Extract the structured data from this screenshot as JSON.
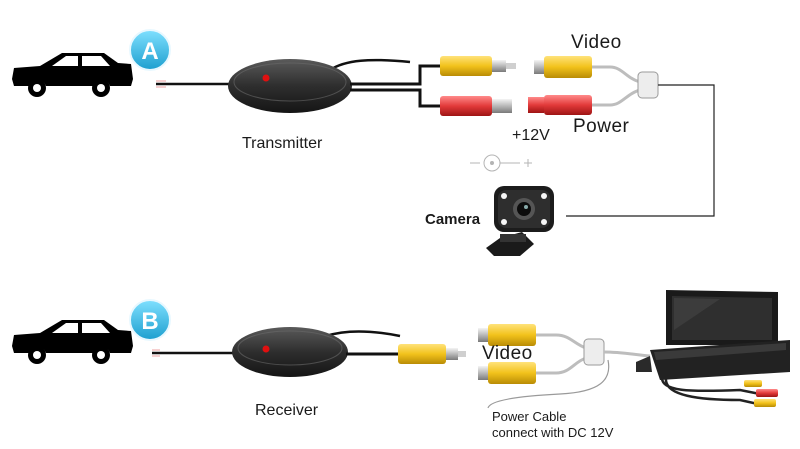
{
  "badges": {
    "a": "A",
    "b": "B"
  },
  "transmitter": {
    "label": "Transmitter"
  },
  "receiver": {
    "label": "Receiver"
  },
  "top": {
    "video_label": "Video",
    "power_label": "Power",
    "voltage_label": "+12V",
    "camera_label": "Camera"
  },
  "bottom": {
    "video_label": "Video",
    "power_cable_line1": "Power Cable",
    "power_cable_line2": "connect with DC 12V"
  },
  "colors": {
    "badge": "#2fb8e0",
    "rca_yellow": "#f2c21b",
    "power_red": "#e23a3a",
    "device": "#2b2b2b",
    "car": "#000000"
  }
}
